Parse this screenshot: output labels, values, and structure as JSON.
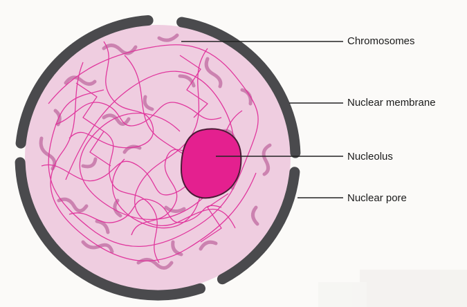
{
  "labels": {
    "chromosomes": "Chromosomes",
    "nuclear_membrane": "Nuclear membrane",
    "nucleolus": "Nucleolus",
    "nuclear_pore": "Nuclear pore"
  },
  "colors": {
    "nucleoplasm": "#efcde0",
    "membrane": "#4a4a4d",
    "nucleolus": "#e4208f",
    "nucleolus_edge": "#4a1a35",
    "chromatin_thin": "#e0309a",
    "chromatin_thick": "#c06aa0",
    "leader_line": "#222222"
  }
}
